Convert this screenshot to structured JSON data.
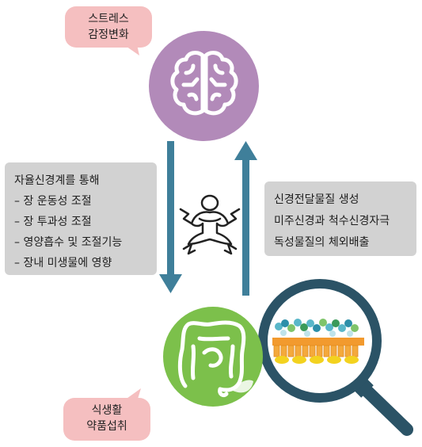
{
  "top_bubble": {
    "line1": "스트레스",
    "line2": "감정변화"
  },
  "left_box": {
    "title": "자율신경계를 통해",
    "items": [
      "– 장 운동성 조절",
      "– 장 투과성 조절",
      "– 영양흡수 및 조절기능",
      "– 장내 미생물에 영향"
    ]
  },
  "right_box": {
    "items": [
      "신경전달물질 생성",
      "미주신경과 척수신경자극",
      "독성물질의 체외배출"
    ]
  },
  "bottom_bubble": {
    "line1": "식생활",
    "line2": "약품섭취"
  },
  "icons": [
    "brain-icon",
    "stressed-person-icon",
    "intestine-icon",
    "magnifier-icon",
    "gut-microbe-icon"
  ],
  "colors": {
    "brain_circle": "#b28ab9",
    "gut_circle": "#7cc04b",
    "arrow": "#3f7f9a",
    "bubble": "#f5bfc0",
    "gray_box": "#d2d2d2",
    "magnifier": "#2b5366"
  }
}
